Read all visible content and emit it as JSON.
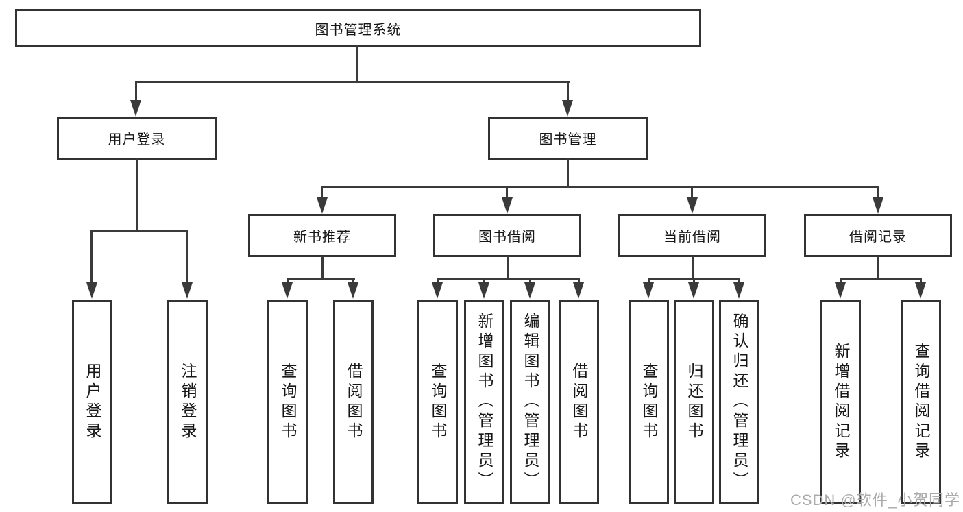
{
  "diagram": {
    "root": {
      "label": "图书管理系统"
    },
    "branches": [
      {
        "label": "用户登录",
        "children": [
          {
            "label": "用户登录"
          },
          {
            "label": "注销登录"
          }
        ]
      },
      {
        "label": "图书管理",
        "children": [
          {
            "label": "新书推荐",
            "children": [
              {
                "label": "查询图书"
              },
              {
                "label": "借阅图书"
              }
            ]
          },
          {
            "label": "图书借阅",
            "children": [
              {
                "label": "查询图书"
              },
              {
                "label": "新增图书（管理员）"
              },
              {
                "label": "编辑图书（管理员）"
              },
              {
                "label": "借阅图书"
              }
            ]
          },
          {
            "label": "当前借阅",
            "children": [
              {
                "label": "查询图书"
              },
              {
                "label": "归还图书"
              },
              {
                "label": "确认归还（管理员）"
              }
            ]
          },
          {
            "label": "借阅记录",
            "children": [
              {
                "label": "新增借阅记录"
              },
              {
                "label": "查询借阅记录"
              }
            ]
          }
        ]
      }
    ],
    "watermark": "CSDN @软件_小贺同学",
    "colors": {
      "line": "#3a3a3a",
      "box-border": "#323232",
      "text": "#161616",
      "watermark": "#ababab",
      "background": "#ffffff"
    }
  }
}
